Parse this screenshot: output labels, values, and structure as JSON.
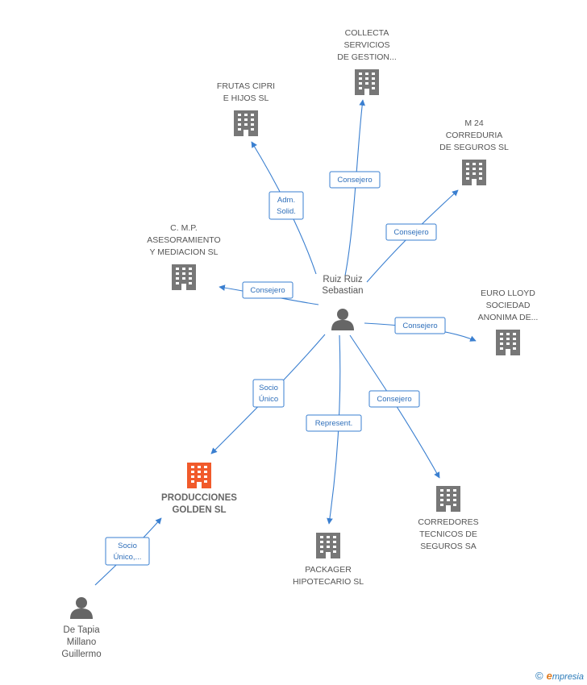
{
  "colors": {
    "edge": "#3a7fd0",
    "building": "#777777",
    "building_main": "#f15a2b",
    "person": "#666666"
  },
  "center": {
    "name_lines": [
      "Ruiz Ruiz",
      "Sebastian"
    ],
    "icon": "person-icon"
  },
  "companies": [
    {
      "id": "collecta",
      "lines": [
        "COLLECTA",
        "SERVICIOS",
        "DE GESTION..."
      ],
      "main": false
    },
    {
      "id": "frutas",
      "lines": [
        "FRUTAS CIPRI",
        "E HIJOS SL"
      ],
      "main": false
    },
    {
      "id": "m24",
      "lines": [
        "M 24",
        "CORREDURIA",
        "DE SEGUROS SL"
      ],
      "main": false
    },
    {
      "id": "cmp",
      "lines": [
        "C. M.P.",
        "ASESORAMIENTO",
        "Y MEDIACION SL"
      ],
      "main": false
    },
    {
      "id": "euro",
      "lines": [
        "EURO LLOYD",
        "SOCIEDAD",
        "ANONIMA DE..."
      ],
      "main": false
    },
    {
      "id": "producciones",
      "lines": [
        "PRODUCCIONES",
        "GOLDEN SL"
      ],
      "main": true
    },
    {
      "id": "packager",
      "lines": [
        "PACKAGER",
        "HIPOTECARIO SL"
      ],
      "main": false
    },
    {
      "id": "corredores",
      "lines": [
        "CORREDORES",
        "TECNICOS DE",
        "SEGUROS SA"
      ],
      "main": false
    }
  ],
  "persons": [
    {
      "id": "detapia",
      "lines": [
        "De Tapia",
        "Millano",
        "Guillermo"
      ]
    }
  ],
  "edges": [
    {
      "id": "e-collecta",
      "label": [
        "Consejero"
      ]
    },
    {
      "id": "e-frutas",
      "label": [
        "Adm.",
        "Solid."
      ]
    },
    {
      "id": "e-m24",
      "label": [
        "Consejero"
      ]
    },
    {
      "id": "e-cmp",
      "label": [
        "Consejero"
      ]
    },
    {
      "id": "e-euro",
      "label": [
        "Consejero"
      ]
    },
    {
      "id": "e-producciones",
      "label": [
        "Socio",
        "Único"
      ]
    },
    {
      "id": "e-packager",
      "label": [
        "Represent."
      ]
    },
    {
      "id": "e-corredores",
      "label": [
        "Consejero"
      ]
    },
    {
      "id": "e-detapia",
      "label": [
        "Socio",
        "Único,..."
      ]
    }
  ],
  "footer": {
    "copyright": "©",
    "brand_initial": "e",
    "brand_rest": "mpresia"
  }
}
